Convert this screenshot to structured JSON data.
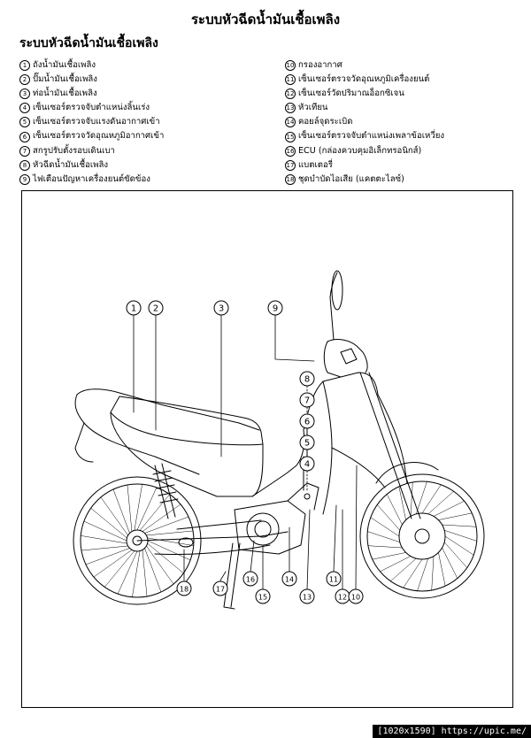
{
  "title": "ระบบหัวฉีดน้ำมันเชื้อเพลิง",
  "subtitle": "ระบบหัวฉีดน้ำมันเชื้อเพลิง",
  "legend": [
    {
      "num": "1",
      "label": "ถังน้ำมันเชื้อเพลิง"
    },
    {
      "num": "2",
      "label": "ปั๊มน้ำมันเชื้อเพลิง"
    },
    {
      "num": "3",
      "label": "ท่อน้ำมันเชื้อเพลิง"
    },
    {
      "num": "4",
      "label": "เซ็นเซอร์ตรวจจับตำแหน่งลิ้นเร่ง"
    },
    {
      "num": "5",
      "label": "เซ็นเซอร์ตรวจจับแรงดันอากาศเข้า"
    },
    {
      "num": "6",
      "label": "เซ็นเซอร์ตรวจวัดอุณหภูมิอากาศเข้า"
    },
    {
      "num": "7",
      "label": "สกรูปรับตั้งรอบเดินเบา"
    },
    {
      "num": "8",
      "label": "หัวฉีดน้ำมันเชื้อเพลิง"
    },
    {
      "num": "9",
      "label": "ไฟเตือนปัญหาเครื่องยนต์ขัดข้อง"
    },
    {
      "num": "10",
      "label": "กรองอากาศ"
    },
    {
      "num": "11",
      "label": "เซ็นเซอร์ตรวจวัดอุณหภูมิเครื่องยนต์"
    },
    {
      "num": "12",
      "label": "เซ็นเซอร์วัดปริมาณอ็อกซิเจน"
    },
    {
      "num": "13",
      "label": "หัวเทียน"
    },
    {
      "num": "14",
      "label": "คอยล์จุดระเบิด"
    },
    {
      "num": "15",
      "label": "เซ็นเซอร์ตรวจจับตำแหน่งเพลาข้อเหวี่ยง"
    },
    {
      "num": "16",
      "label": "ECU (กล่องควบคุมอิเล็กทรอนิกส์)"
    },
    {
      "num": "17",
      "label": "แบตเตอรี่"
    },
    {
      "num": "18",
      "label": "ชุดบำบัดไอเสีย (แคตตะไลซ์)"
    }
  ],
  "callouts": [
    "1",
    "2",
    "3",
    "9",
    "8",
    "7",
    "6",
    "5",
    "4",
    "18",
    "17",
    "16",
    "15",
    "14",
    "13",
    "11",
    "12",
    "10"
  ],
  "footer": "[1020x1590] https://upic.me/"
}
